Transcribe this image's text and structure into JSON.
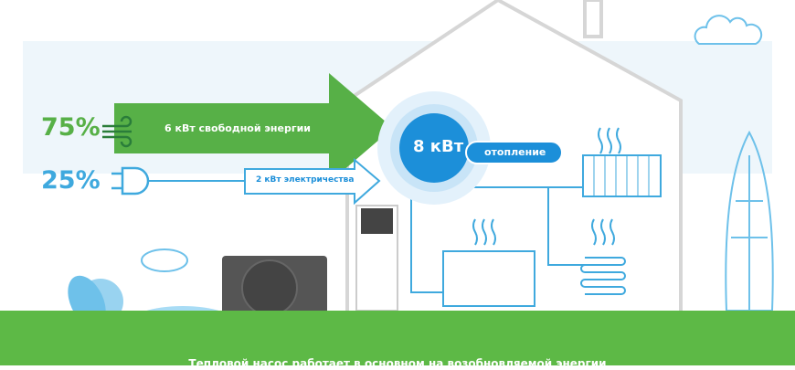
{
  "free_energy": {
    "percent": "75%",
    "label": "6 кВт свободной энергии",
    "color": "#57b047"
  },
  "electricity": {
    "percent": "25%",
    "label": "2 кВт электричества",
    "color": "#3fa9de"
  },
  "output": {
    "power": "8 кВт",
    "label": "отопление",
    "color": "#1c8fd9"
  },
  "caption": "Тепловой насос работает в основном на возобновляемой энергии"
}
